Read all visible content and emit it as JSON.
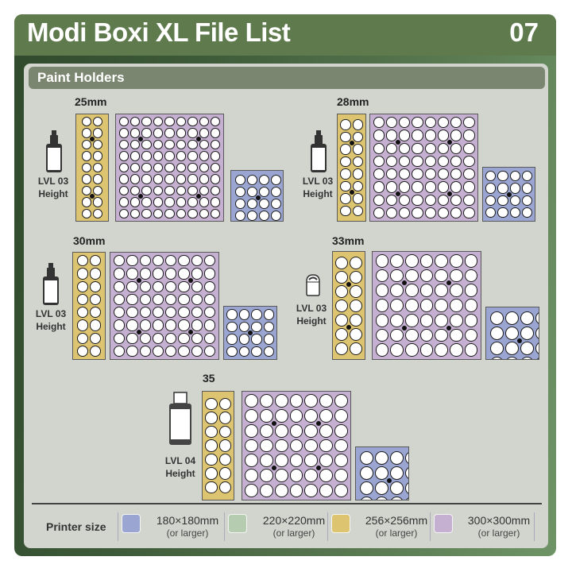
{
  "header": {
    "title": "Modi Boxi XL File List",
    "page_number": "07"
  },
  "section": {
    "title": "Paint Holders"
  },
  "colors": {
    "frame_green": "#5f7a4d",
    "panel_bg": "#d2d5ce",
    "section_bg": "#7b8670",
    "blue_180": "#9aa5d2",
    "green_220": "#b6ccb0",
    "yellow_256": "#dcc470",
    "purple_300": "#c6b0d2"
  },
  "groups": [
    {
      "size_label": "25mm",
      "height_line1": "LVL 03",
      "height_line2": "Height",
      "bottle_icon": "dropper-bottle-icon",
      "trays": [
        {
          "color": "yellow",
          "cols": 2,
          "rows": 9
        },
        {
          "color": "purple",
          "cols": 9,
          "rows": 9
        },
        {
          "color": "blue",
          "cols": 5,
          "rows": 5,
          "cropped": true
        }
      ]
    },
    {
      "size_label": "28mm",
      "height_line1": "LVL 03",
      "height_line2": "Height",
      "bottle_icon": "dropper-bottle-icon",
      "trays": [
        {
          "color": "yellow",
          "cols": 2,
          "rows": 8
        },
        {
          "color": "purple",
          "cols": 8,
          "rows": 8
        },
        {
          "color": "blue",
          "cols": 4,
          "rows": 4
        }
      ]
    },
    {
      "size_label": "30mm",
      "height_line1": "LVL 03",
      "height_line2": "Height",
      "bottle_icon": "dropper-bottle-icon",
      "trays": [
        {
          "color": "yellow",
          "cols": 2,
          "rows": 8
        },
        {
          "color": "purple",
          "cols": 8,
          "rows": 8
        },
        {
          "color": "blue",
          "cols": 4,
          "rows": 4
        }
      ]
    },
    {
      "size_label": "33mm",
      "height_line1": "LVL 03",
      "height_line2": "Height",
      "bottle_icon": "pot-jar-icon",
      "trays": [
        {
          "color": "yellow",
          "cols": 2,
          "rows": 7
        },
        {
          "color": "purple",
          "cols": 7,
          "rows": 7
        },
        {
          "color": "blue",
          "cols": 4,
          "rows": 4,
          "cropped": true
        }
      ]
    },
    {
      "size_label": "35",
      "height_line1": "LVL 04",
      "height_line2": "Height",
      "bottle_icon": "tall-bottle-icon",
      "trays": [
        {
          "color": "yellow",
          "cols": 2,
          "rows": 7
        },
        {
          "color": "purple",
          "cols": 7,
          "rows": 7
        },
        {
          "color": "blue",
          "cols": 4,
          "rows": 4,
          "cropped": true
        }
      ]
    }
  ],
  "legend": {
    "title": "Printer size",
    "items": [
      {
        "color": "#9aa5d2",
        "label": "180×180mm",
        "sub": "(or larger)"
      },
      {
        "color": "#b6ccb0",
        "label": "220×220mm",
        "sub": "(or larger)"
      },
      {
        "color": "#dcc470",
        "label": "256×256mm",
        "sub": "(or larger)"
      },
      {
        "color": "#c6b0d2",
        "label": "300×300mm",
        "sub": "(or larger)"
      }
    ]
  }
}
